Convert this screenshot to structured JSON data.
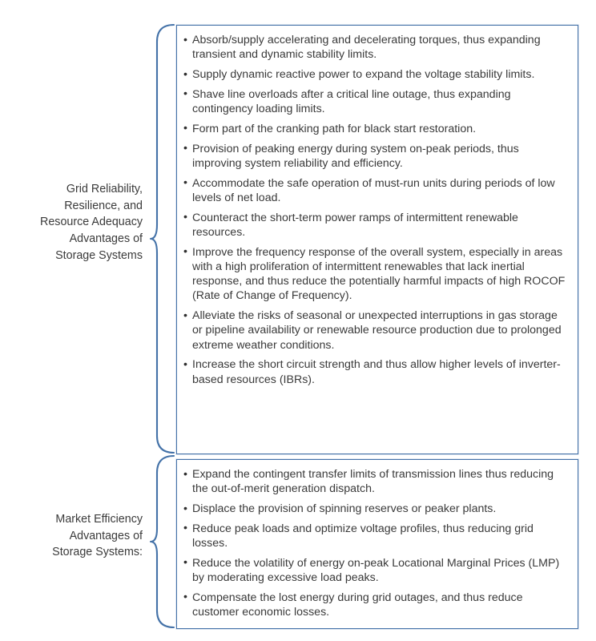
{
  "colors": {
    "border": "#4472a8",
    "brace": "#4472a8",
    "text": "#3a3a3a",
    "background": "#ffffff"
  },
  "sections": [
    {
      "id": "grid-reliability",
      "label": "Grid Reliability, Resilience, and Resource Adequacy Advantages of Storage Systems",
      "label_lines": [
        "Grid Reliability,",
        "Resilience, and",
        "Resource Adequacy",
        "Advantages of",
        "Storage Systems"
      ],
      "bullets": [
        "Absorb/supply accelerating and decelerating torques, thus expanding transient and dynamic stability limits.",
        "Supply dynamic reactive power to expand the voltage stability limits.",
        "Shave line overloads after a critical line outage, thus expanding contingency loading limits.",
        "Form part of the cranking path for black start restoration.",
        "Provision of peaking energy during system on-peak periods, thus improving system reliability and efficiency.",
        "Accommodate the safe operation of must-run units during periods of low levels of  net load.",
        "Counteract the short-term power ramps of intermittent renewable resources.",
        "Improve the frequency response of the overall system, especially in areas with a high proliferation of intermittent renewables that lack inertial response, and thus reduce the potentially harmful impacts of high ROCOF (Rate of Change of Frequency).",
        "Alleviate the risks of seasonal or unexpected interruptions in gas storage or pipeline availability or renewable resource production due to prolonged extreme weather conditions.",
        "Increase the short circuit strength and thus allow higher levels of inverter-based resources (IBRs)."
      ]
    },
    {
      "id": "market-efficiency",
      "label": "Market Efficiency Advantages of Storage Systems:",
      "label_lines": [
        "Market Efficiency",
        "Advantages of",
        "Storage Systems:"
      ],
      "bullets": [
        "Expand the contingent transfer limits of transmission lines thus reducing the out-of-merit generation dispatch.",
        "Displace the provision of spinning reserves or peaker plants.",
        "Reduce peak loads and optimize voltage profiles, thus reducing grid losses.",
        "Reduce the volatility of energy on-peak Locational Marginal Prices (LMP) by moderating excessive load peaks.",
        "Compensate the lost energy during grid outages, and thus reduce customer economic losses."
      ]
    }
  ]
}
